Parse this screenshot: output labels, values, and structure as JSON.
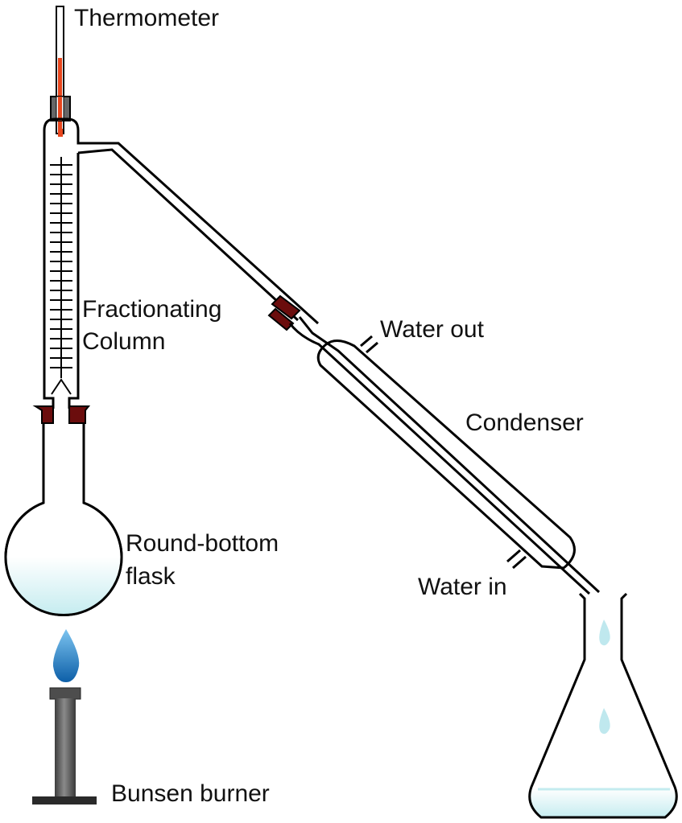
{
  "labels": {
    "thermometer": "Thermometer",
    "fractionating_column": [
      "Fractionating",
      "Column"
    ],
    "water_out": "Water out",
    "condenser": "Condenser",
    "round_bottom_flask": [
      "Round-bottom",
      "flask"
    ],
    "water_in": "Water in",
    "bunsen_burner": "Bunsen burner"
  },
  "colors": {
    "outline": "#000000",
    "stopper": "#6b0d0d",
    "mercury": "#e8461d",
    "liquid": "#c4ecef",
    "drop": "#bfe8ee",
    "flame": "#1e7fc8",
    "burner": "#595959"
  }
}
